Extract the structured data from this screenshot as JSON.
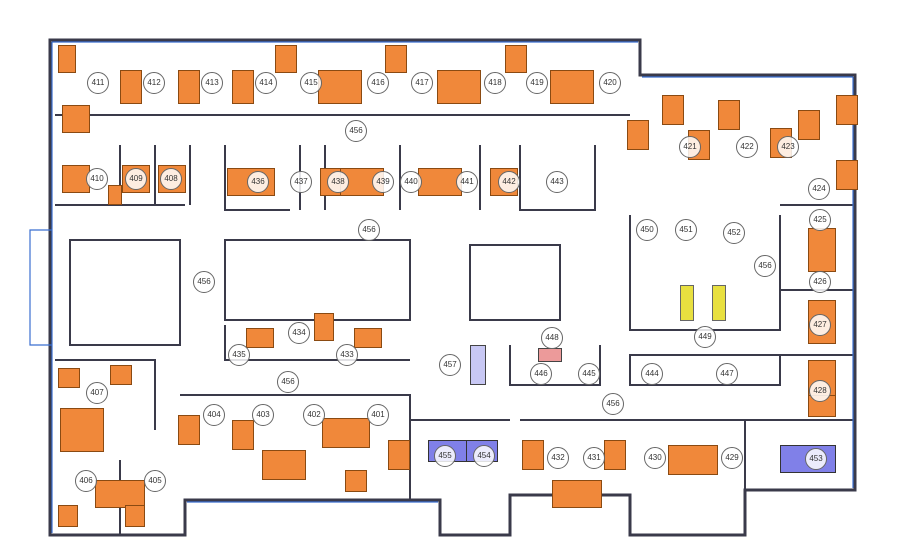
{
  "title": "Floor plan – level 4",
  "colors": {
    "desk": "#f0883a",
    "meeting_table": "#8080e8",
    "reception": "#c8c8f4",
    "wall": "#3a3a4a",
    "glass": "#3b6fd0"
  },
  "rooms": [
    "411",
    "412",
    "413",
    "414",
    "415",
    "416",
    "417",
    "418",
    "419",
    "420",
    "456",
    "421",
    "422",
    "423",
    "424",
    "410",
    "409",
    "408",
    "436",
    "437",
    "438",
    "439",
    "440",
    "441",
    "442",
    "443",
    "456",
    "450",
    "451",
    "452",
    "425",
    "456",
    "456",
    "426",
    "434",
    "435",
    "433",
    "448",
    "449",
    "427",
    "457",
    "446",
    "445",
    "444",
    "447",
    "428",
    "407",
    "456",
    "456",
    "404",
    "403",
    "402",
    "401",
    "455",
    "454",
    "432",
    "431",
    "430",
    "429",
    "453",
    "406",
    "405"
  ]
}
